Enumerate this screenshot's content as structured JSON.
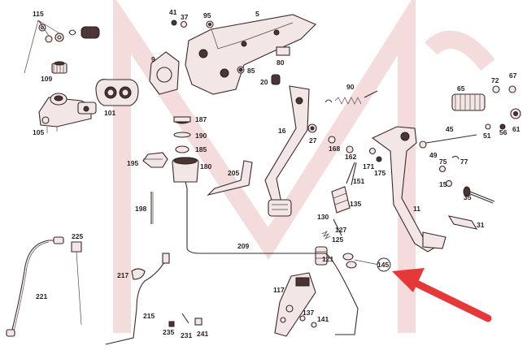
{
  "labels": {
    "p115": "115",
    "p109": "109",
    "p105": "105",
    "p101": "101",
    "p41": "41",
    "p37": "37",
    "p95": "95",
    "p5": "5",
    "p9": "9",
    "p85": "85",
    "p80": "80",
    "p20": "20",
    "p187": "187",
    "p190": "190",
    "p185": "185",
    "p195": "195",
    "p180": "180",
    "p205": "205",
    "p198": "198",
    "p90": "90",
    "p16": "16",
    "p27": "27",
    "p168": "168",
    "p162": "162",
    "p171": "171",
    "p175": "175",
    "p151": "151",
    "p65": "65",
    "p72": "72",
    "p67": "67",
    "p45": "45",
    "p51": "51",
    "p56": "56",
    "p61": "61",
    "p49": "49",
    "p75": "75",
    "p77": "77",
    "p15": "15",
    "p35": "35",
    "p11": "11",
    "p31": "31",
    "p135": "135",
    "p130": "130",
    "p127": "127",
    "p125": "125",
    "p121": "121",
    "p145": "145",
    "p225": "225",
    "p221": "221",
    "p209": "209",
    "p217": "217",
    "p215": "215",
    "p117": "117",
    "p137": "137",
    "p141": "141",
    "p235": "235",
    "p231": "231",
    "p241": "241"
  },
  "colors": {
    "arrow": "#e63838",
    "watermark": "#f4dcdc",
    "linework": "#3a2a2a"
  }
}
